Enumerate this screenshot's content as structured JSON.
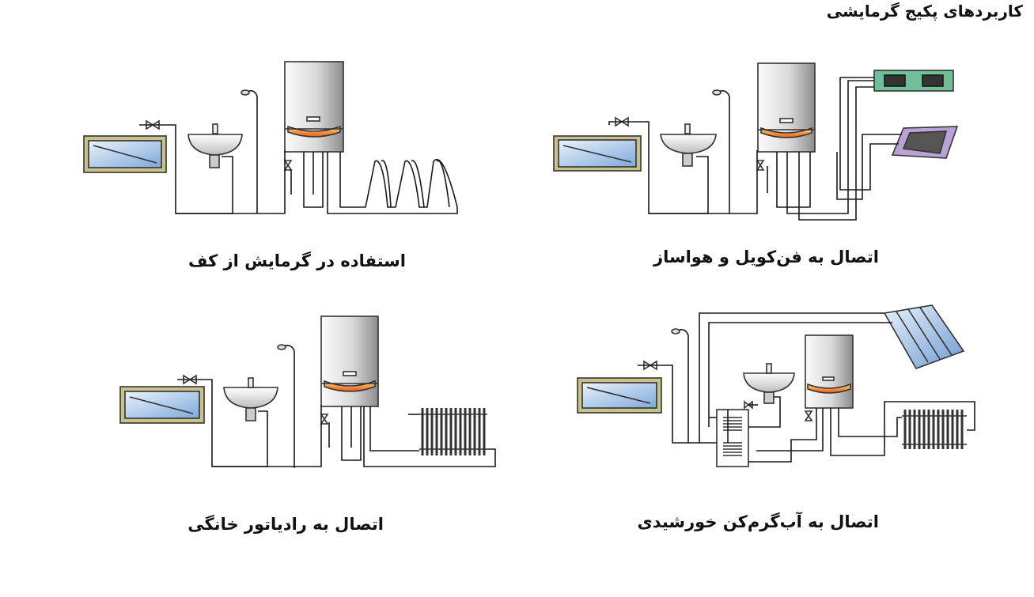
{
  "page": {
    "title": "کاربردهای پکیج گرمایشی"
  },
  "panels": {
    "fan_coil": {
      "caption": "اتصال به فن‌کویل و هواساز"
    },
    "floor_heating": {
      "caption": "استفاده در گرمایش از کف"
    },
    "solar": {
      "caption": "اتصال به آب‌گرم‌کن خورشیدی"
    },
    "radiator": {
      "caption": "اتصال به رادیاتور خانگی"
    }
  },
  "colors": {
    "pipe": "#1a1a1a",
    "boiler_light": "#f4f4f4",
    "boiler_dark": "#8c8c8c",
    "burner": "#f07a1a",
    "bathtub_water": "#a9c9ef",
    "bathtub_frame": "#c9c18a",
    "fan_coil": "#6fbf98",
    "air_handler": "#b9a3d6",
    "solar_panel": "#8fb4e0"
  }
}
